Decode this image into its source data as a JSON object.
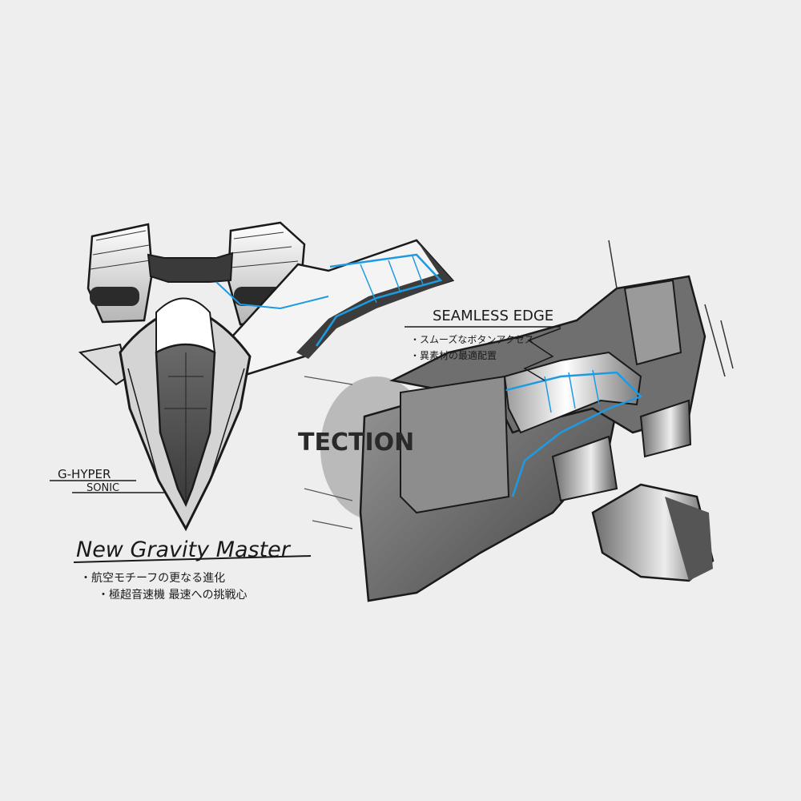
{
  "labels": {
    "g_hyper": "G-HYPER",
    "sonic": "SONIC",
    "title": "New Gravity Master",
    "note_1": "・航空モチーフの更なる進化",
    "note_2": "・極超音速機 最速への挑戦心",
    "seamless_edge": "SEAMLESS EDGE",
    "edge_note_1": "・スムーズなボタンアクセス",
    "edge_note_2": "・異素材の最適配置",
    "case_engraving": "TECTION"
  },
  "colors": {
    "background": "#eeeeee",
    "ink": "#1a1a1a",
    "accent_blue": "#1e9be0",
    "shade_dark": "#555555",
    "shade_mid": "#8a8a8a",
    "shade_light": "#c9c9c9"
  }
}
